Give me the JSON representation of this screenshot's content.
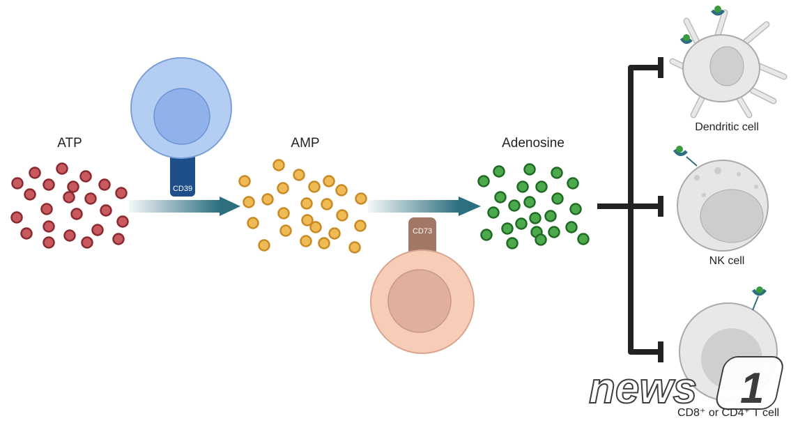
{
  "labels": {
    "atp": "ATP",
    "amp": "AMP",
    "adenosine": "Adenosine",
    "cd39": "CD39",
    "cd73": "CD73",
    "dendritic": "Dendritic cell",
    "nk": "NK cell",
    "tcell": "CD8⁺ or CD4⁺ T cell"
  },
  "watermark": "news1",
  "colors": {
    "atp": "#b5444c",
    "amp": "#e8b04a",
    "adenosine": "#3a9a3e",
    "arrow": "#2c6f80",
    "inhibit": "#222222",
    "cd39_cell": "#a9c4ef",
    "cd73_cell": "#f5c7b0"
  }
}
